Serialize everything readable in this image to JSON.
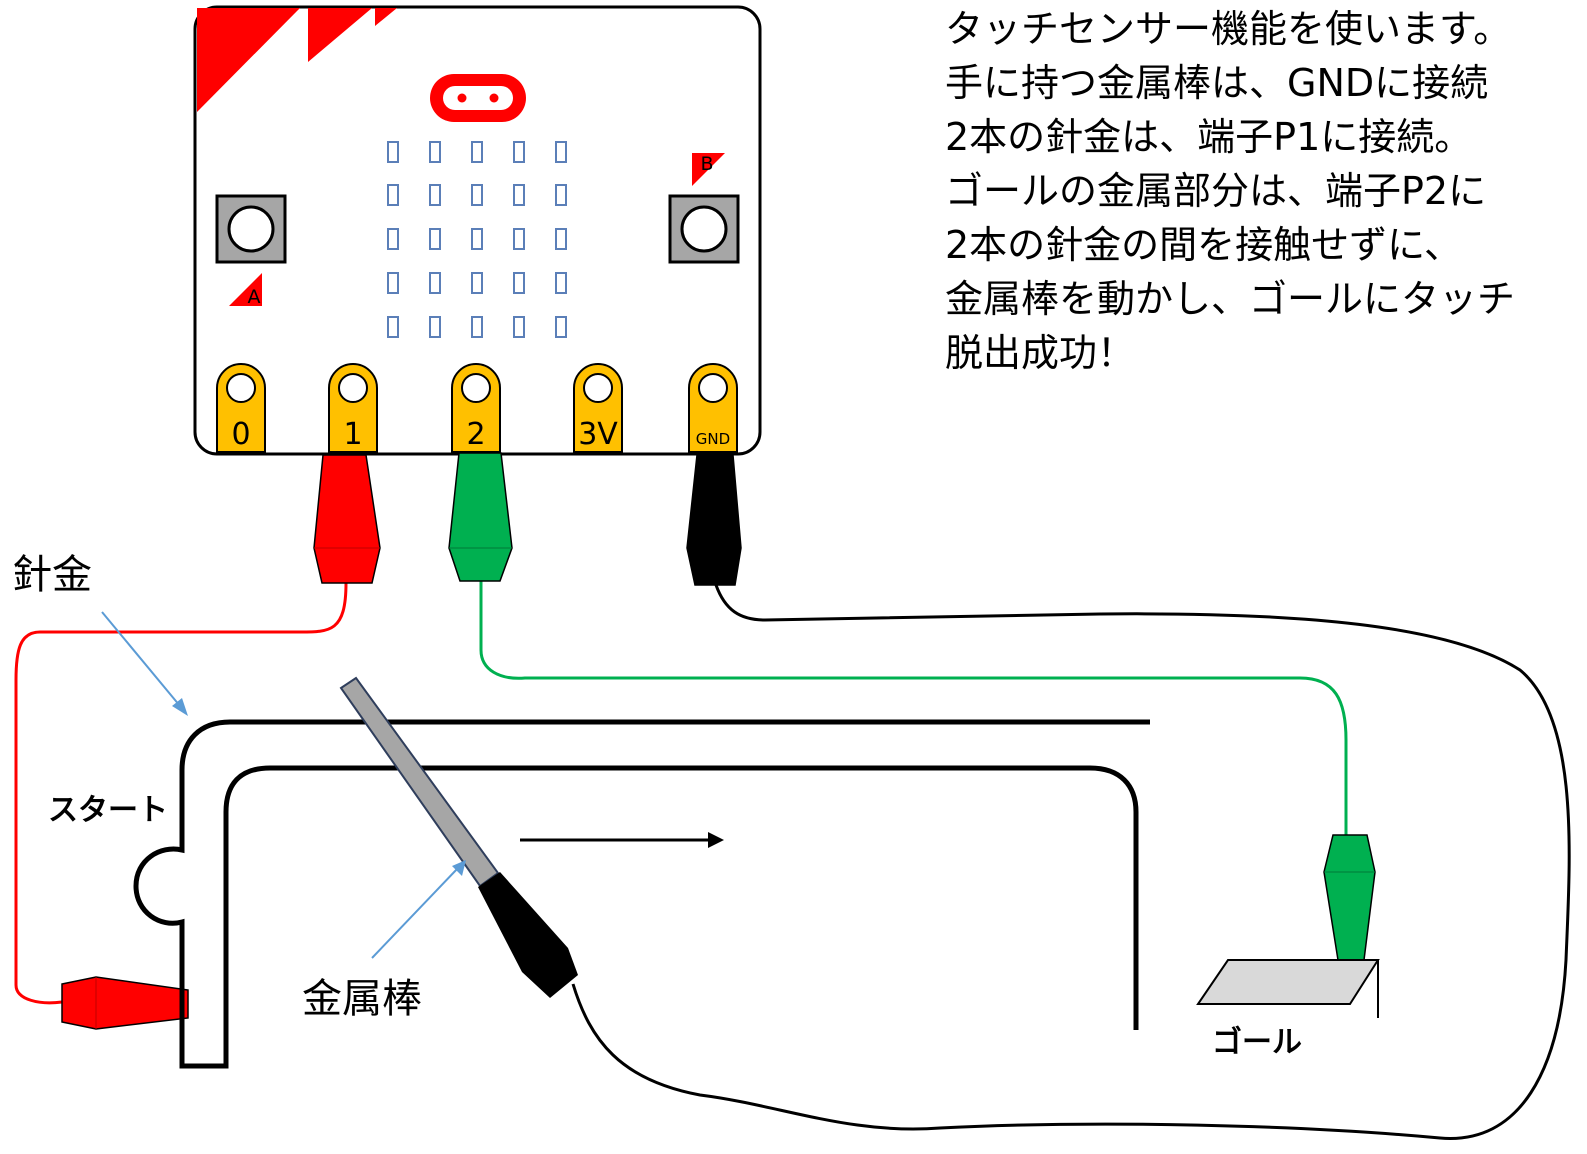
{
  "description_lines": [
    "タッチセンサー機能を使います。",
    "手に持つ金属棒は、GNDに接続",
    "2本の針金は、端子P1に接続。",
    "ゴールの金属部分は、端子P2に",
    "2本の針金の間を接触せずに、",
    "金属棒を動かし、ゴールにタッチ",
    "脱出成功！"
  ],
  "board": {
    "button_a_label": "A",
    "button_b_label": "B",
    "pins": [
      "0",
      "1",
      "2",
      "3V",
      "GND"
    ]
  },
  "labels": {
    "wire": "針金",
    "start": "スタート",
    "metal_rod": "金属棒",
    "goal": "ゴール"
  },
  "colors": {
    "red": "#ff0000",
    "green": "#00b050",
    "black": "#000000",
    "pin_gold": "#ffc000",
    "led_blue": "#5b7fb8",
    "arrow_blue": "#5b9bd5",
    "rod_gray": "#a6a6a6",
    "goal_plate": "#d9d9d9"
  }
}
